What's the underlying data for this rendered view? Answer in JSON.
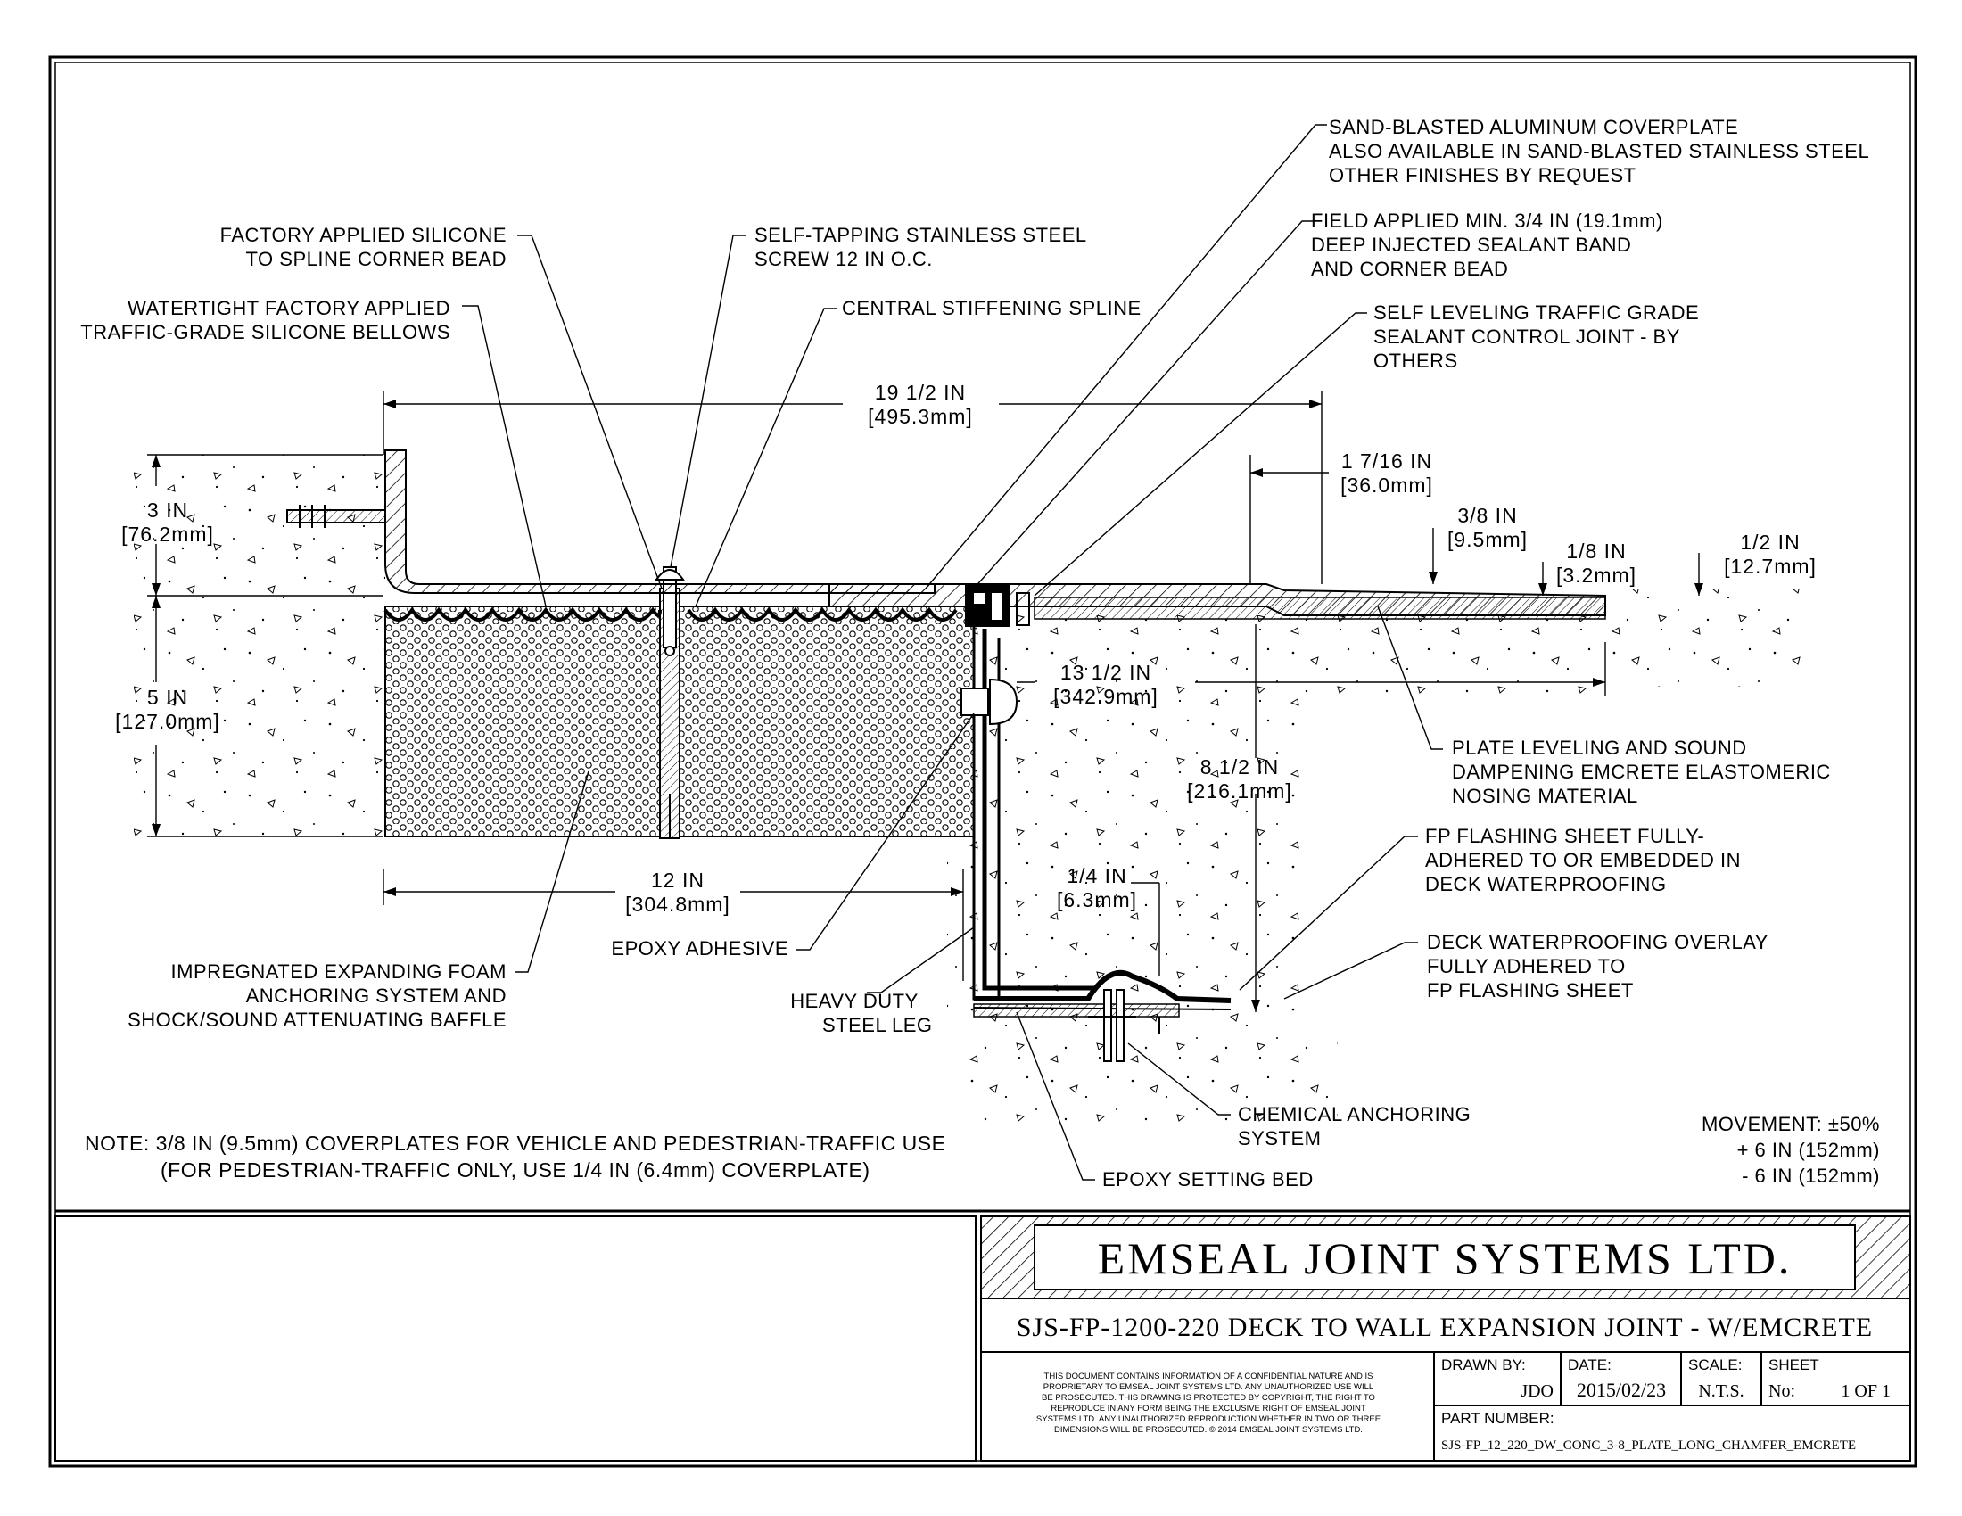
{
  "labels": {
    "coverplate_1": "SAND-BLASTED ALUMINUM COVERPLATE",
    "coverplate_2": "ALSO AVAILABLE IN SAND-BLASTED STAINLESS STEEL",
    "coverplate_3": "OTHER FINISHES BY REQUEST",
    "field_sealant_1": "FIELD APPLIED MIN. 3/4 IN (19.1mm)",
    "field_sealant_2": "DEEP INJECTED SEALANT BAND",
    "field_sealant_3": "AND CORNER BEAD",
    "self_leveling_1": "SELF LEVELING TRAFFIC GRADE",
    "self_leveling_2": "SEALANT CONTROL JOINT - BY",
    "self_leveling_3": "OTHERS",
    "factory_silicone_1": "FACTORY APPLIED SILICONE",
    "factory_silicone_2": "TO SPLINE CORNER BEAD",
    "screw_1": "SELF-TAPPING STAINLESS STEEL",
    "screw_2": "SCREW 12 IN O.C.",
    "spline": "CENTRAL STIFFENING SPLINE",
    "bellows_1": "WATERTIGHT FACTORY APPLIED",
    "bellows_2": "TRAFFIC-GRADE SILICONE BELLOWS",
    "nosing_1": "PLATE LEVELING AND SOUND",
    "nosing_2": "DAMPENING EMCRETE ELASTOMERIC",
    "nosing_3": "NOSING MATERIAL",
    "flashing_1": "FP FLASHING SHEET FULLY-",
    "flashing_2": "ADHERED TO OR EMBEDDED IN",
    "flashing_3": "DECK WATERPROOFING",
    "overlay_1": "DECK WATERPROOFING OVERLAY",
    "overlay_2": "FULLY ADHERED TO",
    "overlay_3": "FP FLASHING SHEET",
    "foam_1": "IMPREGNATED EXPANDING FOAM",
    "foam_2": "ANCHORING SYSTEM AND",
    "foam_3": "SHOCK/SOUND ATTENUATING BAFFLE",
    "epoxy_adhesive": "EPOXY ADHESIVE",
    "steel_leg_1": "HEAVY DUTY",
    "steel_leg_2": "STEEL LEG",
    "chemical_1": "CHEMICAL ANCHORING",
    "chemical_2": "SYSTEM",
    "epoxy_bed": "EPOXY SETTING BED"
  },
  "dimensions": {
    "d1_in": "19 1/2 IN",
    "d1_mm": "[495.3mm]",
    "d2_in": "1 7/16 IN",
    "d2_mm": "[36.0mm]",
    "d3_in": "3/8 IN",
    "d3_mm": "[9.5mm]",
    "d4_in": "1/8 IN",
    "d4_mm": "[3.2mm]",
    "d5_in": "1/2 IN",
    "d5_mm": "[12.7mm]",
    "d6_in": "3 IN",
    "d6_mm": "[76.2mm]",
    "d7_in": "5 IN",
    "d7_mm": "[127.0mm]",
    "d8_in": "13 1/2 IN",
    "d8_mm": "[342.9mm]",
    "d9_in": "8 1/2 IN",
    "d9_mm": "[216.1mm]",
    "d10_in": "12 IN",
    "d10_mm": "[304.8mm]",
    "d11_in": "1/4 IN",
    "d11_mm": "[6.3mm]"
  },
  "notes": {
    "note_1": "NOTE: 3/8 IN (9.5mm) COVERPLATES FOR VEHICLE AND PEDESTRIAN-TRAFFIC USE",
    "note_2": "(FOR PEDESTRIAN-TRAFFIC ONLY, USE 1/4 IN (6.4mm) COVERPLATE)",
    "movement_1": "MOVEMENT: ±50%",
    "movement_2": "+ 6 IN (152mm)",
    "movement_3": "- 6 IN (152mm)"
  },
  "title_block": {
    "company": "EMSEAL JOINT SYSTEMS LTD.",
    "drawing_title": "SJS-FP-1200-220 DECK TO WALL EXPANSION JOINT - W/EMCRETE",
    "disclaimer_1": "THIS DOCUMENT CONTAINS INFORMATION OF A CONFIDENTIAL NATURE AND IS",
    "disclaimer_2": "PROPRIETARY TO EMSEAL JOINT SYSTEMS LTD. ANY UNAUTHORIZED USE WILL",
    "disclaimer_3": "BE PROSECUTED. THIS DRAWING IS PROTECTED BY COPYRIGHT, THE RIGHT TO",
    "disclaimer_4": "REPRODUCE IN ANY FORM BEING THE EXCLUSIVE RIGHT OF EMSEAL JOINT",
    "disclaimer_5": "SYSTEMS LTD. ANY UNAUTHORIZED REPRODUCTION WHETHER IN TWO OR THREE",
    "disclaimer_6": "DIMENSIONS WILL BE PROSECUTED. © 2014 EMSEAL JOINT SYSTEMS LTD.",
    "drawn_by_label": "DRAWN BY:",
    "drawn_by": "JDO",
    "date_label": "DATE:",
    "date": "2015/02/23",
    "scale_label": "SCALE:",
    "scale": "N.T.S.",
    "sheet_label": "SHEET",
    "sheet_no_label": "No:",
    "sheet": "1 OF 1",
    "part_number_label": "PART NUMBER:",
    "part_number": "SJS-FP_12_220_DW_CONC_3-8_PLATE_LONG_CHAMFER_EMCRETE"
  }
}
